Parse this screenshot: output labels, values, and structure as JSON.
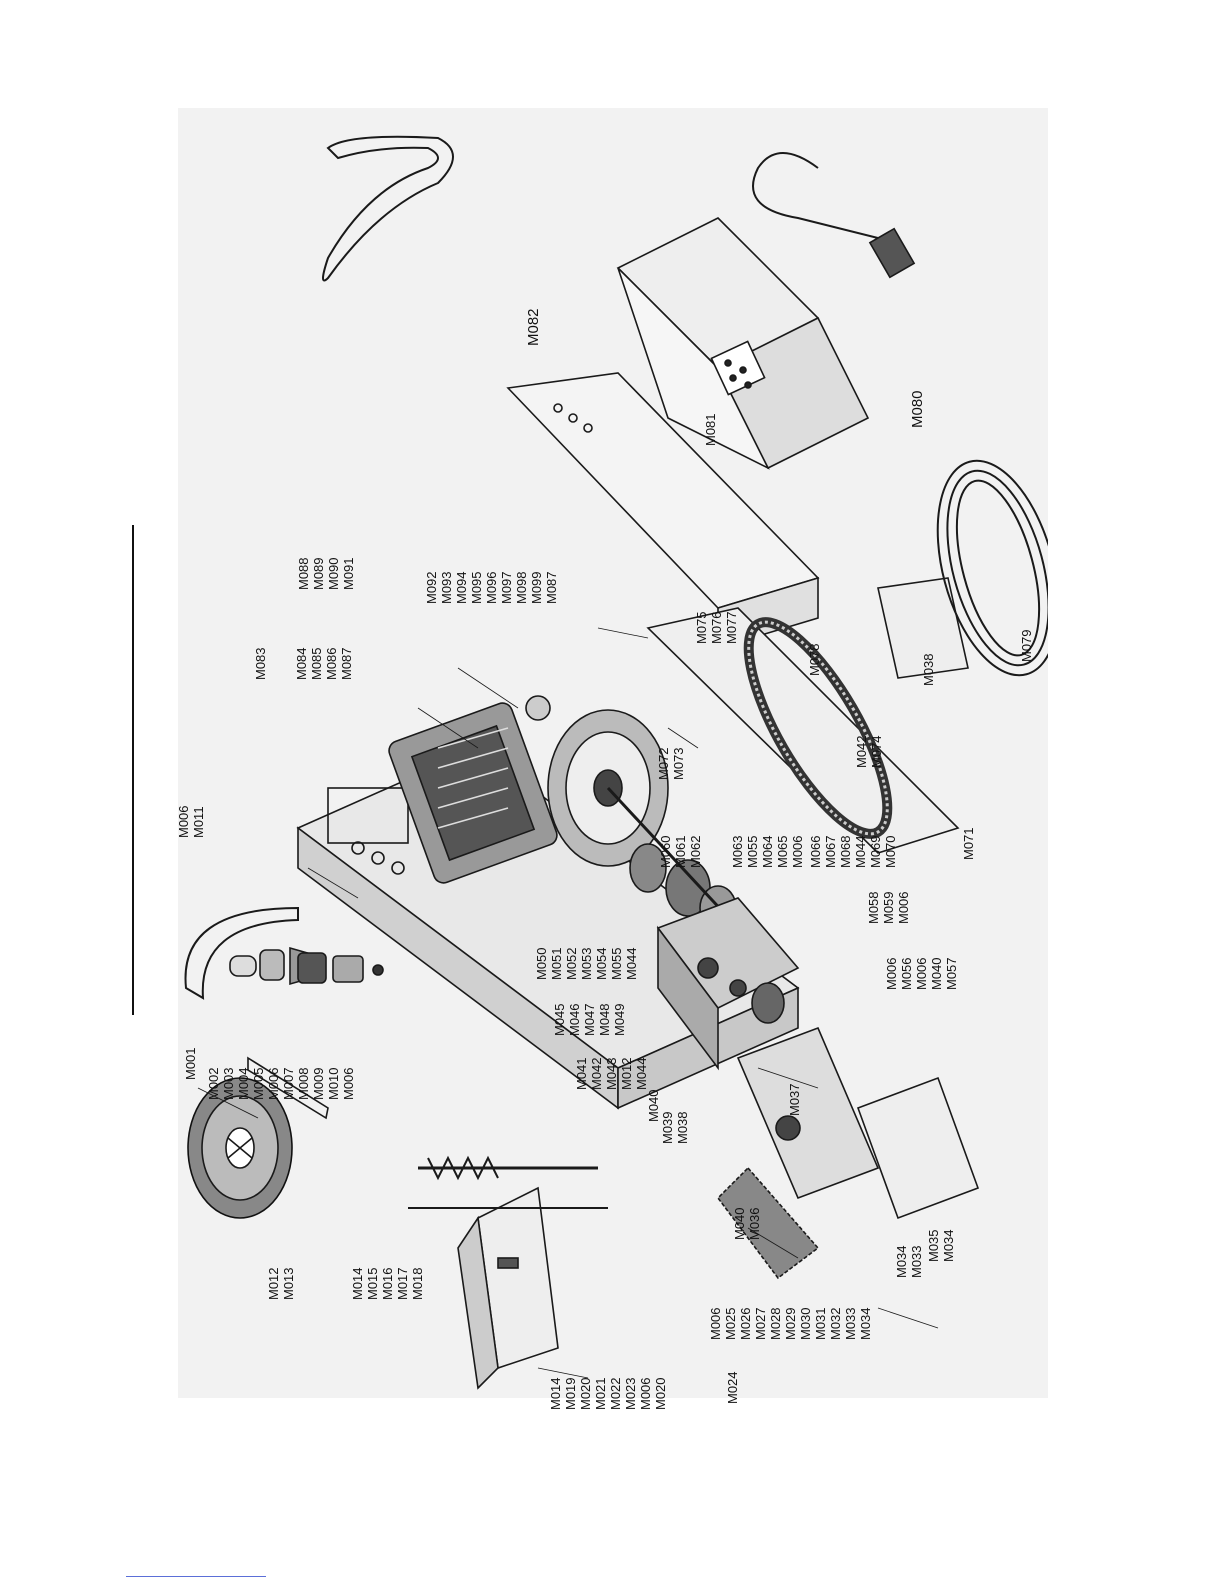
{
  "parts": {
    "M001": "M001",
    "M006a": "M006",
    "M011": "M011",
    "M083": "M083",
    "M084": "M084",
    "M085": "M085",
    "M086": "M086",
    "M087a": "M087",
    "M088": "M088",
    "M089": "M089",
    "M090": "M090",
    "M091": "M091",
    "M092": "M092",
    "M093": "M093",
    "M094": "M094",
    "M095": "M095",
    "M096": "M096",
    "M097": "M097",
    "M098": "M098",
    "M099": "M099",
    "M087b": "M087",
    "M075": "M075",
    "M076": "M076",
    "M077": "M077",
    "M078": "M078",
    "M072": "M072",
    "M073": "M073",
    "M042a": "M042",
    "M074": "M074",
    "M081": "M081",
    "M082": "M082",
    "M080": "M080",
    "M071": "M071",
    "M038a": "M038",
    "M079": "M079",
    "M060": "M060",
    "M061": "M061",
    "M062": "M062",
    "M063": "M063",
    "M055a": "M055",
    "M064": "M064",
    "M065": "M065",
    "M006b": "M006",
    "M066": "M066",
    "M067": "M067",
    "M068": "M068",
    "M044a": "M044",
    "M069": "M069",
    "M070": "M070",
    "M058": "M058",
    "M059": "M059",
    "M006c": "M006",
    "M050": "M050",
    "M051": "M051",
    "M052": "M052",
    "M053": "M053",
    "M054": "M054",
    "M055b": "M055",
    "M044b": "M044",
    "M045": "M045",
    "M046": "M046",
    "M047": "M047",
    "M048": "M048",
    "M049": "M049",
    "M041": "M041",
    "M042b": "M042",
    "M043": "M043",
    "M012a": "M012",
    "M044c": "M044",
    "M040a": "M040",
    "M039": "M039",
    "M038b": "M038",
    "M037": "M037",
    "M006d": "M006",
    "M056": "M056",
    "M006e": "M006",
    "M040b": "M040",
    "M057": "M057",
    "M002": "M002",
    "M003": "M003",
    "M004": "M004",
    "M005": "M005",
    "M006f": "M006",
    "M007": "M007",
    "M008": "M008",
    "M009": "M009",
    "M010": "M010",
    "M006g": "M006",
    "M012b": "M012",
    "M013": "M013",
    "M014a": "M014",
    "M015": "M015",
    "M016": "M016",
    "M017": "M017",
    "M018": "M018",
    "M014b": "M014",
    "M019": "M019",
    "M020a": "M020",
    "M021": "M021",
    "M022": "M022",
    "M023": "M023",
    "M006h": "M006",
    "M020b": "M020",
    "M024": "M024",
    "M006i": "M006",
    "M025": "M025",
    "M026": "M026",
    "M027": "M027",
    "M028": "M028",
    "M029": "M029",
    "M030": "M030",
    "M031": "M031",
    "M032": "M032",
    "M033a": "M033",
    "M034a": "M034",
    "M040c": "M040",
    "M036": "M036",
    "M034b": "M034",
    "M033b": "M033",
    "M035": "M035",
    "M034c": "M034"
  }
}
